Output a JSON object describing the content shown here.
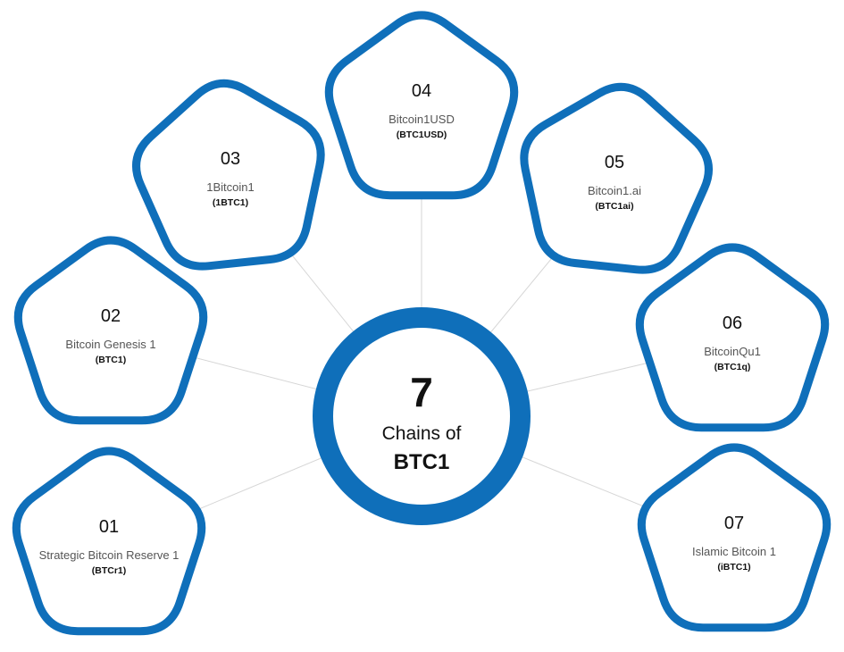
{
  "hub": {
    "count": "7",
    "label": "Chains of",
    "name": "BTC1"
  },
  "colors": {
    "accent": "#0f6fba",
    "connector": "#d6d6d6",
    "text": "#111111",
    "muted": "#555555"
  },
  "chains": [
    {
      "num": "01",
      "name": "Strategic Bitcoin Reserve 1",
      "ticker": "(BTCr1)"
    },
    {
      "num": "02",
      "name": "Bitcoin Genesis 1",
      "ticker": "(BTC1)"
    },
    {
      "num": "03",
      "name": "1Bitcoin1",
      "ticker": "(1BTC1)"
    },
    {
      "num": "04",
      "name": "Bitcoin1USD",
      "ticker": "(BTC1USD)"
    },
    {
      "num": "05",
      "name": "Bitcoin1.ai",
      "ticker": "(BTC1ai)"
    },
    {
      "num": "06",
      "name": "BitcoinQu1",
      "ticker": "(BTC1q)"
    },
    {
      "num": "07",
      "name": "Islamic Bitcoin 1",
      "ticker": "(iBTC1)"
    }
  ]
}
